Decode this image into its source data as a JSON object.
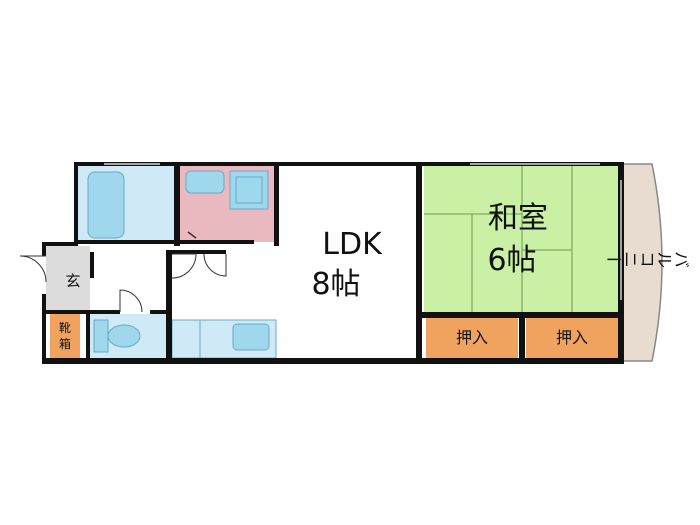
{
  "colors": {
    "wall": "#111111",
    "bath": "#cfe9f6",
    "fixture": "#9fd7ec",
    "washroom": "#e9b9bf",
    "tatami": "#c9f0a5",
    "closet": "#f0a35e",
    "balcony": "#e8dcd0",
    "entrance": "#dcdcdc",
    "floor": "#ffffff"
  },
  "rooms": {
    "ldk_name": "LDK",
    "ldk_size": "8帖",
    "washitsu_name": "和室",
    "washitsu_size": "6帖",
    "closet_left": "押入",
    "closet_right": "押入",
    "balcony": "バルコニー",
    "entrance": "玄",
    "shoe_box_1": "靴",
    "shoe_box_2": "箱"
  }
}
